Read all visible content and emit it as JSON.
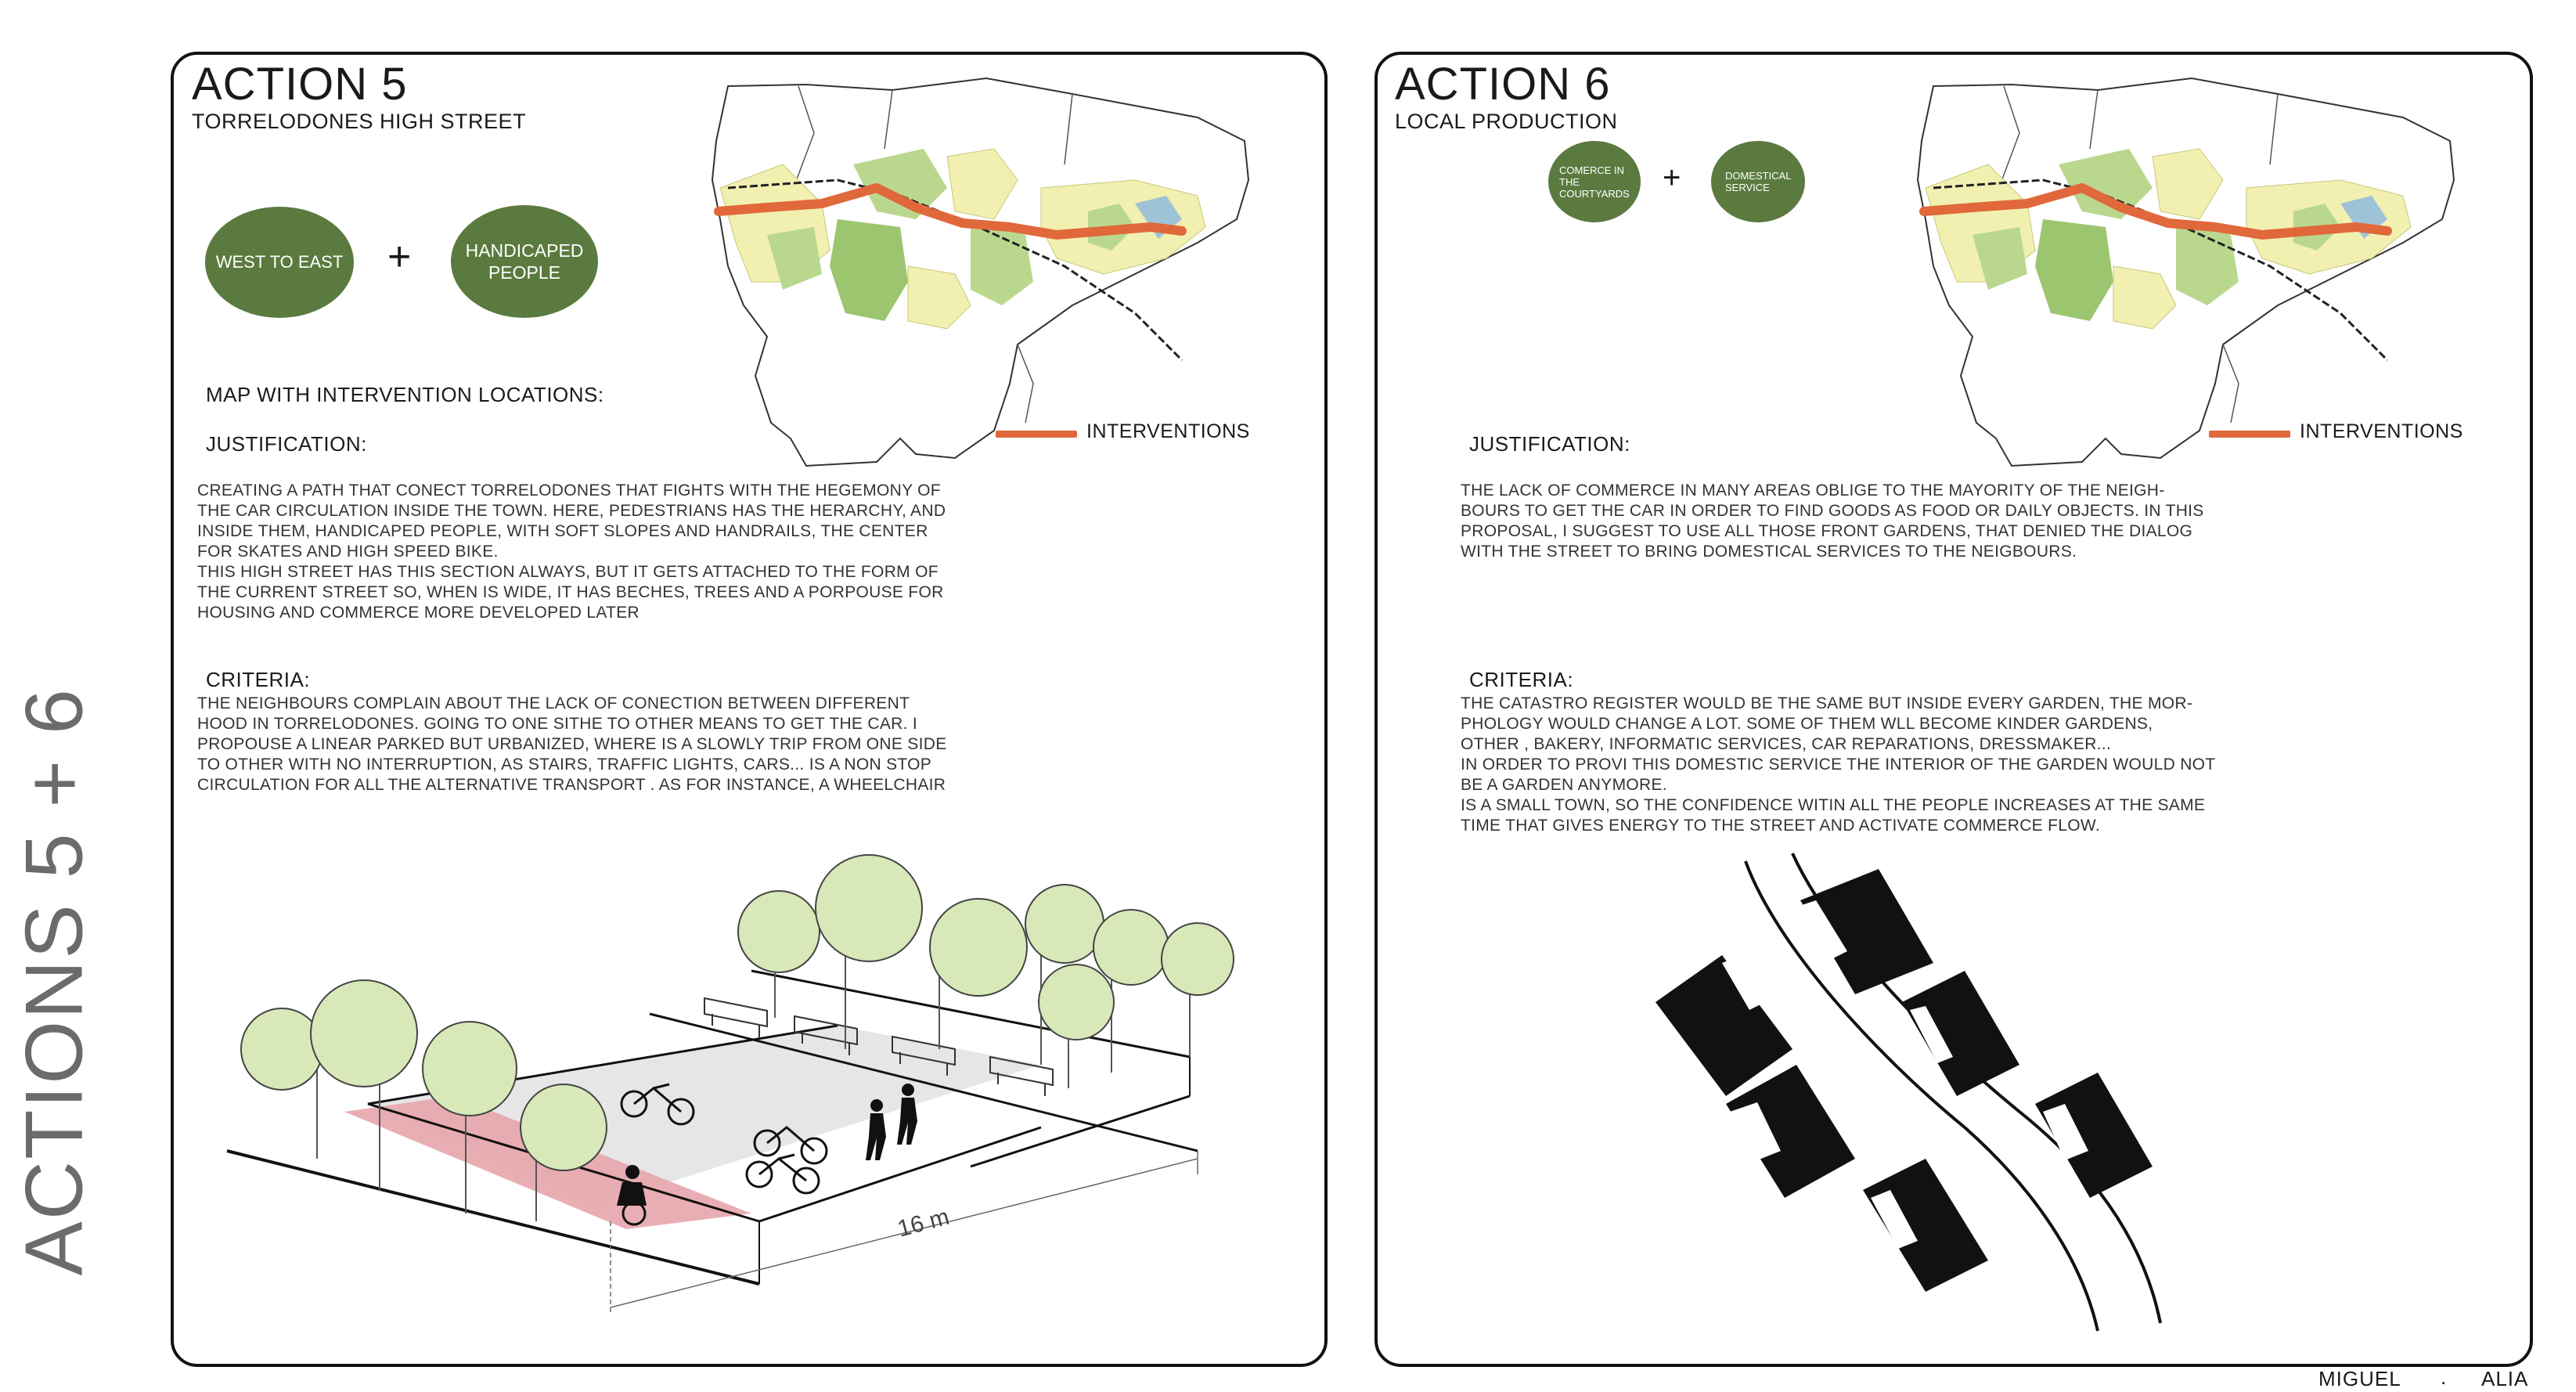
{
  "side_title": "ACTIONS 5 + 6",
  "credit": {
    "first": "MIGUEL",
    "sep": ".",
    "last": "ALIA"
  },
  "action5": {
    "title": "ACTION 5",
    "subtitle": "TORRELODONES HIGH STREET",
    "bubble_left": "WEST TO EAST",
    "plus": "+",
    "bubble_right": "HANDICAPED PEOPLE",
    "map_heading": "MAP WITH INTERVENTION LOCATIONS:",
    "legend": "INTERVENTIONS",
    "justification_heading": "JUSTIFICATION:",
    "justification_text": "CREATING A PATH THAT CONECT TORRELODONES  THAT FIGHTS WITH THE HEGEMONY OF\nTHE CAR CIRCULATION INSIDE THE TOWN. HERE, PEDESTRIANS HAS THE HERARCHY, AND\nINSIDE THEM, HANDICAPED PEOPLE, WITH SOFT SLOPES AND HANDRAILS, THE CENTER\nFOR SKATES AND HIGH SPEED BIKE.\nTHIS HIGH STREET HAS THIS SECTION ALWAYS, BUT IT GETS ATTACHED TO THE FORM OF\nTHE CURRENT STREET SO, WHEN IS WIDE, IT HAS BECHES, TREES AND A PORPOUSE FOR\nHOUSING AND COMMERCE MORE DEVELOPED LATER",
    "criteria_heading": "CRITERIA:",
    "criteria_text": "THE NEIGHBOURS COMPLAIN ABOUT THE LACK OF CONECTION BETWEEN DIFFERENT\nHOOD IN  TORRELODONES. GOING TO ONE SITHE TO OTHER  MEANS TO GET THE CAR. I\nPROPOUSE A LINEAR PARKED BUT URBANIZED, WHERE IS A SLOWLY TRIP FROM ONE SIDE\nTO OTHER WITH NO INTERRUPTION, AS STAIRS, TRAFFIC LIGHTS, CARS... IS A NON STOP\nCIRCULATION FOR ALL THE ALTERNATIVE TRANSPORT . AS FOR INSTANCE, A WHEELCHAIR",
    "dimension_label": "16 m"
  },
  "action6": {
    "title": "ACTION 6",
    "subtitle": "LOCAL PRODUCTION",
    "bubble_left": "COMERCE IN THE COURTYARDS",
    "plus": "+",
    "bubble_right": "DOMESTICAL SERVICE",
    "legend": "INTERVENTIONS",
    "justification_heading": "JUSTIFICATION:",
    "justification_text": "THE LACK OF COMMERCE IN  MANY AREAS OBLIGE TO THE MAYORITY OF THE NEIGH-\nBOURS TO GET THE CAR IN ORDER TO FIND GOODS AS FOOD OR DAILY OBJECTS. IN THIS\nPROPOSAL, I SUGGEST TO USE ALL THOSE FRONT GARDENS, THAT DENIED THE DIALOG\nWITH THE STREET TO BRING DOMESTICAL SERVICES TO THE NEIGBOURS.",
    "criteria_heading": "CRITERIA:",
    "criteria_text": "THE CATASTRO REGISTER WOULD BE THE SAME BUT INSIDE EVERY GARDEN, THE MOR-\nPHOLOGY WOULD CHANGE A LOT. SOME OF THEM WLL BECOME KINDER GARDENS,\nOTHER , BAKERY, INFORMATIC SERVICES, CAR REPARATIONS, DRESSMAKER...\nIN ORDER TO PROVI THIS DOMESTIC SERVICE THE INTERIOR OF THE GARDEN WOULD NOT\nBE A GARDEN ANYMORE.\nIS A SMALL TOWN, SO THE CONFIDENCE WITIN ALL THE PEOPLE INCREASES AT THE SAME\nTIME THAT GIVES ENERGY TO THE STREET AND ACTIVATE COMMERCE FLOW."
  },
  "colors": {
    "bubble": "#5b7a3f",
    "intervention": "#e0683a",
    "zone_yellow": "#f1f0b0",
    "zone_green": "#b9d88e",
    "tree": "#d8e8b9"
  }
}
